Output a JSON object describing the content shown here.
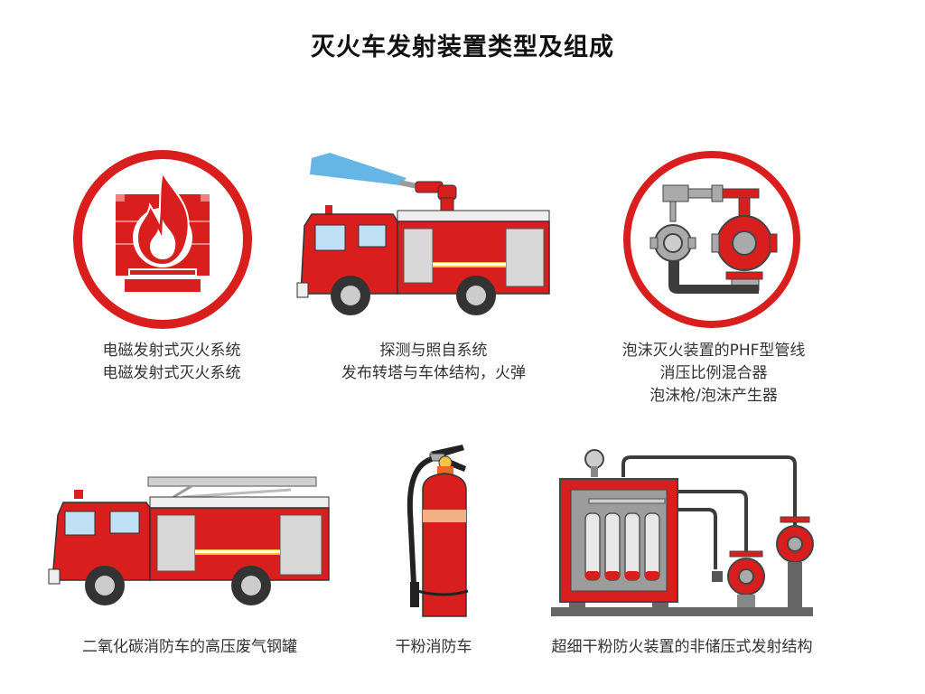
{
  "title": "灭火车发射装置类型及组成",
  "colors": {
    "red": "#d91e1e",
    "dark_red": "#b71414",
    "gray": "#9c9c9c",
    "dark_gray": "#3c3c3c",
    "water_blue": "#4aa8e0",
    "window_blue": "#bfe0f5",
    "stripe_yellow": "#f4c542"
  },
  "items": [
    {
      "icon": "electromagnetic-launcher-flame-icon",
      "caption_lines": [
        "电磁发射式灭火系统",
        "电磁发射式灭火系统"
      ]
    },
    {
      "icon": "fire-truck-water-cannon-icon",
      "caption_lines": [
        "探测与照自系统",
        "发布转塔与车体结构，火弹"
      ]
    },
    {
      "icon": "foam-proportioner-valve-icon",
      "caption_lines": [
        "泡沫灭火装置的PHF型管线",
        "消压比例混合器",
        "泡沫枪/泡沫产生器"
      ]
    },
    {
      "icon": "fire-truck-ladder-icon",
      "caption_lines": [
        "二氧化碳消防车的高压废气钢罐"
      ]
    },
    {
      "icon": "fire-extinguisher-icon",
      "caption_lines": [
        "干粉消防车"
      ]
    },
    {
      "icon": "powder-cylinder-piping-system-icon",
      "caption_lines": [
        "超细干粉防火装置的非储压式发射结构"
      ]
    }
  ]
}
